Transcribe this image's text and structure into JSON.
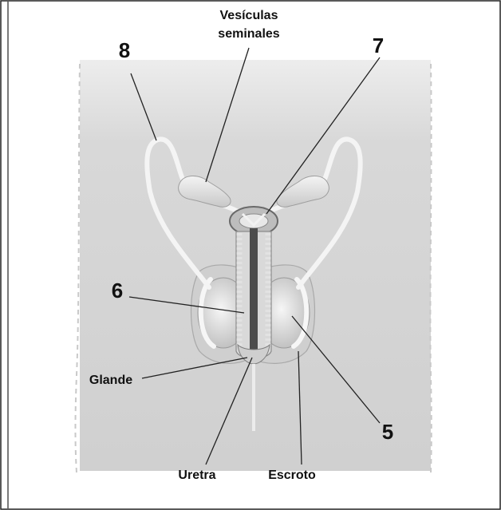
{
  "labels": {
    "vesiculas_line1": "Vesículas",
    "vesiculas_line2": "seminales",
    "n8": "8",
    "n7": "7",
    "n6": "6",
    "n5": "5",
    "glande": "Glande",
    "uretra": "Uretra",
    "escroto": "Escroto"
  },
  "colors": {
    "page_bg": "#ffffff",
    "body_shade": "#d2d2d2",
    "organ_light": "#ececec",
    "organ_mid": "#bdbdbd",
    "organ_dark": "#5a5a5a",
    "duct": "#f4f4f4",
    "leader_line": "#222222"
  }
}
